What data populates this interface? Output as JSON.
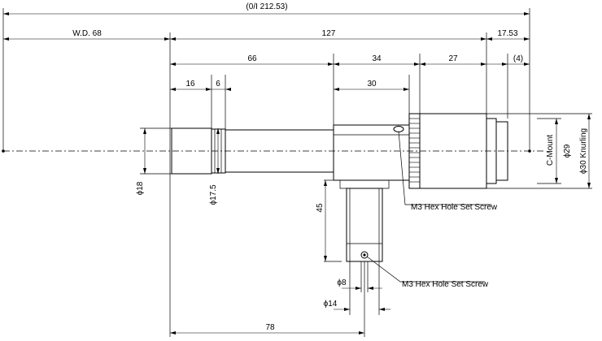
{
  "labels": {
    "overall_length": "(0/I 212.53)",
    "working_distance": "W.D. 68",
    "lens_length": "127",
    "mount_length": "17.53",
    "tube_length": "66",
    "housing_length": "34",
    "knurl_length": "27",
    "mount_offset": "(4)",
    "front_length": "16",
    "step_length": "6",
    "housing_inner": "30",
    "dia_front": "ϕ18",
    "dia_step": "ϕ17.5",
    "stem_height": "45",
    "dia_stem": "ϕ8",
    "dia_stem_outer": "ϕ14",
    "offset_78": "78",
    "c_mount": "C-Mount",
    "dia_mount": "ϕ29",
    "dia_knurl": "ϕ30 Knurling",
    "set_screw_1": "M3 Hex Hole Set Screw",
    "set_screw_2": "M3 Hex Hole Set Screw"
  }
}
